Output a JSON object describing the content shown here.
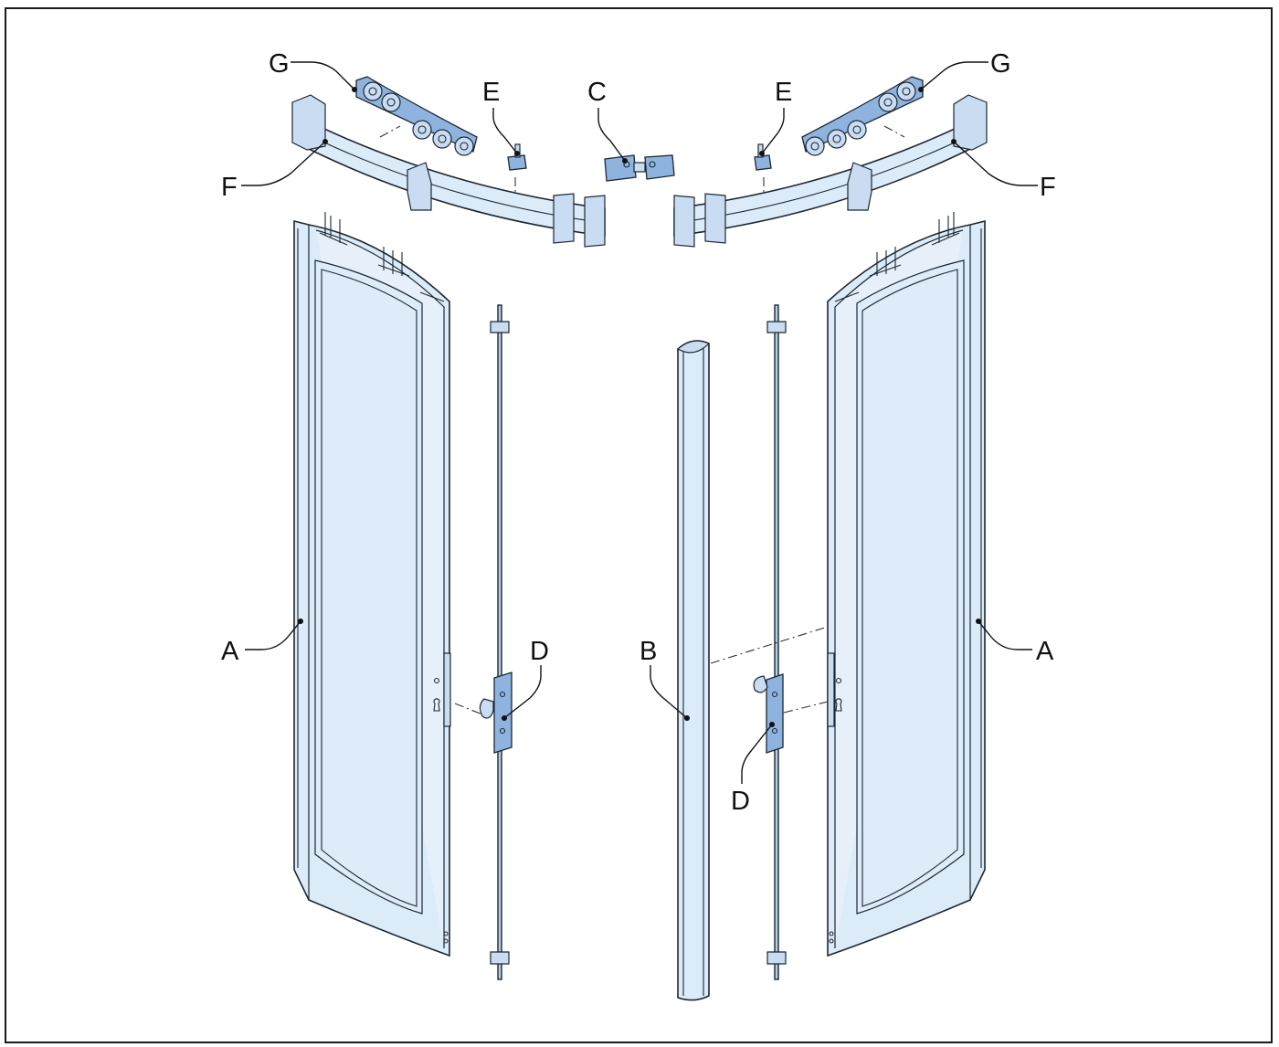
{
  "labels": {
    "A_left": "A",
    "A_right": "A",
    "B": "B",
    "C": "C",
    "D_left": "D",
    "D_right": "D",
    "E_left": "E",
    "E_right": "E",
    "F_left": "F",
    "F_right": "F",
    "G_left": "G",
    "G_right": "G"
  },
  "colors": {
    "panel_fill": "#dcebf8",
    "hardware_fill": "#8fb3df",
    "outline": "#1b2733",
    "frame_border": "#1a1a1a"
  }
}
